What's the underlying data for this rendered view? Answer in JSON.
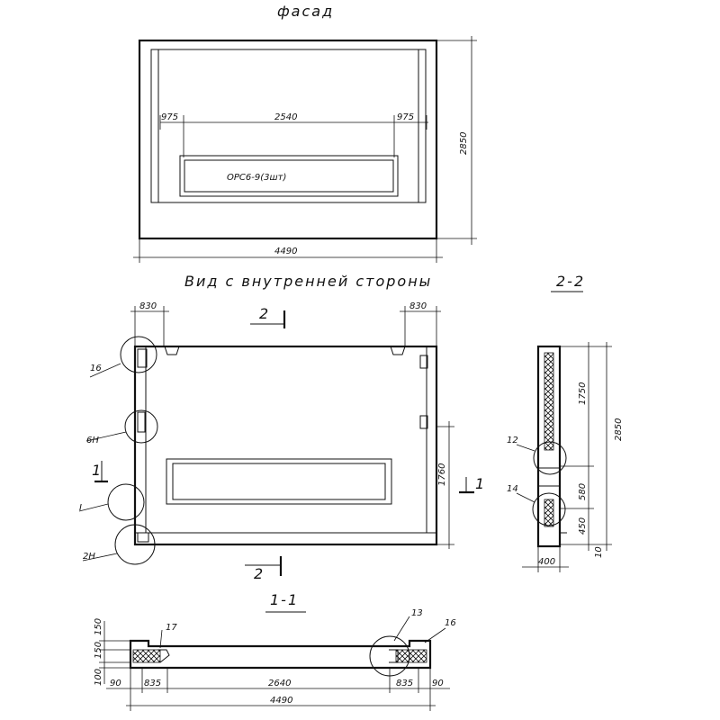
{
  "facade": {
    "title": "фасад",
    "dim_left": "975",
    "dim_center": "2540",
    "dim_right": "975",
    "dim_height": "2850",
    "dim_width": "4490",
    "window_label": "OPC6-9(3шт)"
  },
  "inner_view": {
    "title": "Вид с внутренней стороны",
    "dim_left": "830",
    "dim_right": "830",
    "dim_window": "1760",
    "callout_1": "16",
    "callout_2": "6Н",
    "callout_3": "I",
    "callout_4": "2Н",
    "section_mark_top": "2",
    "section_mark_bottom": "2",
    "section_mark_left": "1",
    "section_mark_right": "1"
  },
  "section_2_2": {
    "title": "2-2",
    "dim_top": "1750",
    "dim_mid": "580",
    "dim_bottom": "450",
    "dim_total": "2850",
    "dim_foot": "10",
    "dim_width": "400",
    "callout_a": "12",
    "callout_b": "14"
  },
  "section_1_1": {
    "title": "1-1",
    "dim_h1": "150",
    "dim_h2": "150",
    "dim_h3": "100",
    "dim_end_left": "90",
    "dim_seg_left": "835",
    "dim_center": "2640",
    "dim_seg_right": "835",
    "dim_end_right": "90",
    "dim_total": "4490",
    "callout_a": "17",
    "callout_b": "13",
    "callout_c": "16"
  }
}
